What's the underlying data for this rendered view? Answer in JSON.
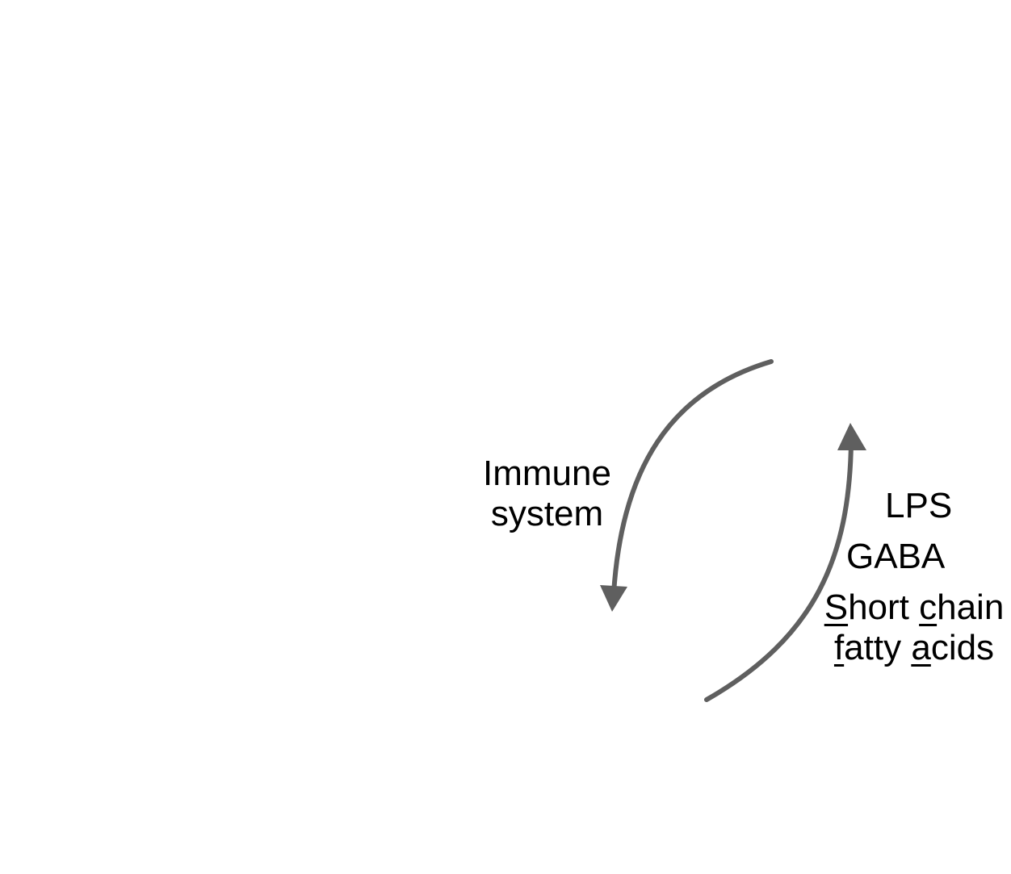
{
  "colors": {
    "arrow": "#5f5f5f",
    "text": "#000000",
    "background": "#ffffff"
  },
  "labels": {
    "immune_line1": "Immune",
    "immune_line2": "system",
    "lps": "LPS",
    "gaba": "GABA",
    "scfa": {
      "s": "S",
      "hort": "hort ",
      "c": "c",
      "hain": "hain",
      "f": "f",
      "atty": "atty ",
      "a": "a",
      "cids": "cids"
    }
  },
  "arrows": [
    {
      "name": "arrow-down-immune",
      "direction": "down"
    },
    {
      "name": "arrow-up-metabolites",
      "direction": "up"
    }
  ]
}
